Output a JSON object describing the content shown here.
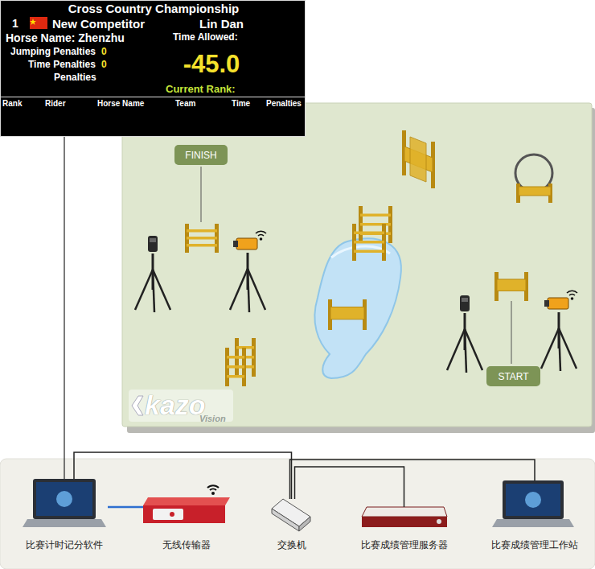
{
  "diagram": {
    "nodes": [
      {
        "text": [
          "Cross Country Championship",
          "1",
          "New Competitor",
          "Lin Dan",
          "Horse Name: Zhenzhu",
          "Time Allowed:",
          "Jumping Penalties",
          "0",
          "Time Penalties",
          "0",
          "Penalties",
          "-45.0",
          "Current Rank:",
          "Rank",
          "Rider",
          "Horse Name",
          "Team",
          "Time",
          "Penalties"
        ]
      },
      {
        "text": [
          "FINISH"
        ]
      },
      {
        "text": [
          "START"
        ]
      },
      {
        "text": [
          "比赛计时记分软件"
        ]
      },
      {
        "text": [
          "无线传输器"
        ]
      },
      {
        "text": [
          "交换机"
        ]
      },
      {
        "text": [
          "比赛成绩管理服务器"
        ]
      },
      {
        "text": [
          "比赛成绩管理工作站"
        ]
      }
    ],
    "edges": [
      {
        "from": 0,
        "to": 3,
        "arrow": "none"
      },
      {
        "from": 3,
        "to": 4,
        "arrow": "none"
      },
      {
        "from": 3,
        "to": 5,
        "arrow": "none"
      },
      {
        "from": 5,
        "to": 6,
        "arrow": "none"
      },
      {
        "from": 5,
        "to": 7,
        "arrow": "none"
      }
    ],
    "labels": [
      "kazo",
      "Vision"
    ]
  }
}
